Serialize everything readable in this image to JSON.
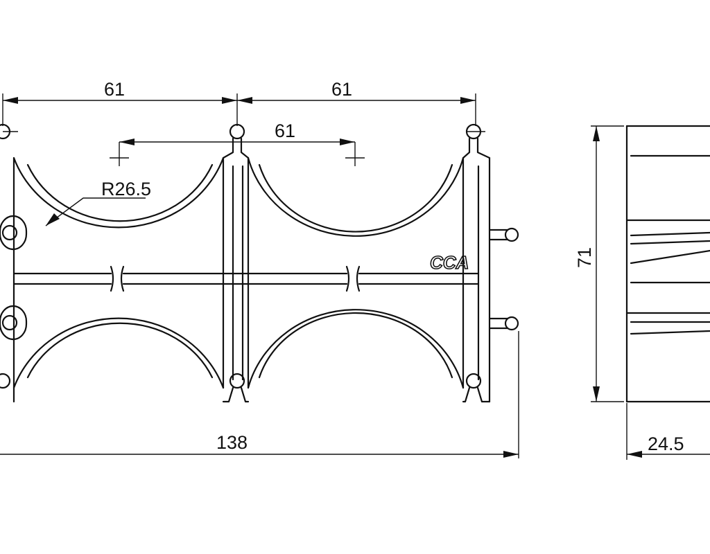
{
  "dimensions": {
    "pitch_left": "61",
    "pitch_right": "61",
    "pitch_center": "61",
    "radius": "R26.5",
    "overall_width": "138",
    "height": "71",
    "depth": "24.5"
  },
  "logo": "CCA"
}
